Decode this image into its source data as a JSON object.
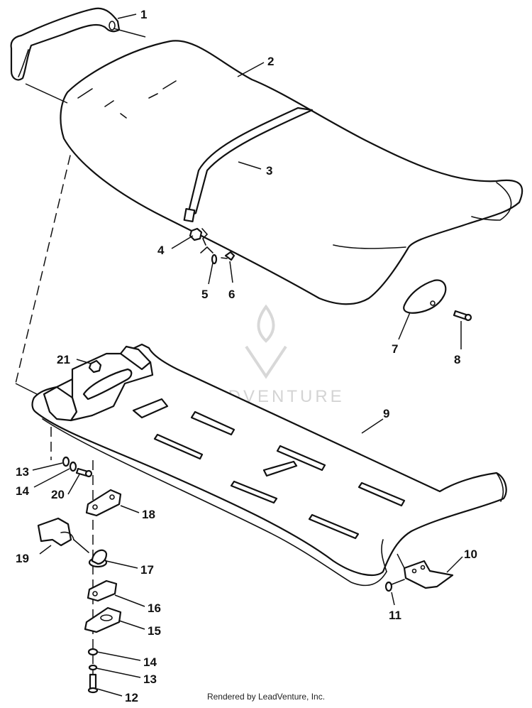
{
  "watermark": {
    "brand": "LEADVENTURE",
    "logo_icon": "flame-v-logo-icon"
  },
  "footer": {
    "text": "Rendered by LeadVenture, Inc."
  },
  "callouts": {
    "c1": "1",
    "c2": "2",
    "c3": "3",
    "c4": "4",
    "c5": "5",
    "c6": "6",
    "c7": "7",
    "c8": "8",
    "c9": "9",
    "c10": "10",
    "c11": "11",
    "c12": "12",
    "c13a": "13",
    "c13b": "13",
    "c14a": "14",
    "c14b": "14",
    "c15": "15",
    "c16": "16",
    "c17": "17",
    "c18": "18",
    "c19": "19",
    "c20": "20",
    "c21": "21"
  }
}
